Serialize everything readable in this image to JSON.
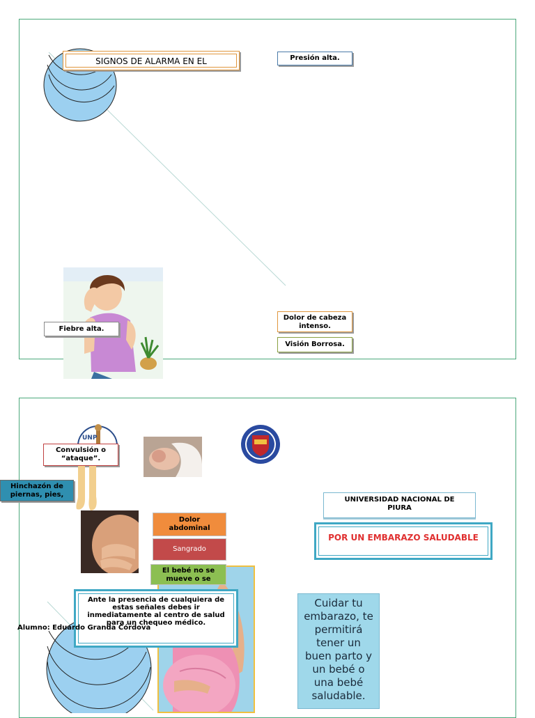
{
  "page1": {
    "title": "SIGNOS DE ALARMA EN EL",
    "presion": "Presión alta.",
    "fiebre": "Fiebre alta.",
    "dolor_cabeza": "Dolor de cabeza intenso.",
    "vision": "Visión Borrosa."
  },
  "page2": {
    "logo_small_text": "UNP",
    "convulsion": "Convulsión o “ataque”.",
    "hinchazon": "Hinchazón de piernas, pies,",
    "dolor_abdominal": "Dolor abdominal",
    "sangrado": "Sangrado",
    "bebe": "El bebé no se mueve o se",
    "ante": "Ante la presencia de cualquiera de estas señales debes ir inmediatamente al centro de salud para un chequeo médico.",
    "alumno": "Alumno: Eduardo Granda Córdova",
    "universidad": "UNIVERSIDAD NACIONAL DE PIURA",
    "embarazo": "POR UN EMBARAZO SALUDABLE",
    "cuidar": "Cuidar tu embarazo, te permitirá tener un buen parto y un bebé o una bebé saludable."
  },
  "colors": {
    "frame": "#4aa87a",
    "orange": "#f08c3c",
    "red": "#c24a4a",
    "green": "#8cbf52",
    "teal": "#2f8fb0",
    "light_blue": "#9cd0f0",
    "cuidar_bg": "#9fd8ea",
    "embarazo_text": "#e03030"
  }
}
